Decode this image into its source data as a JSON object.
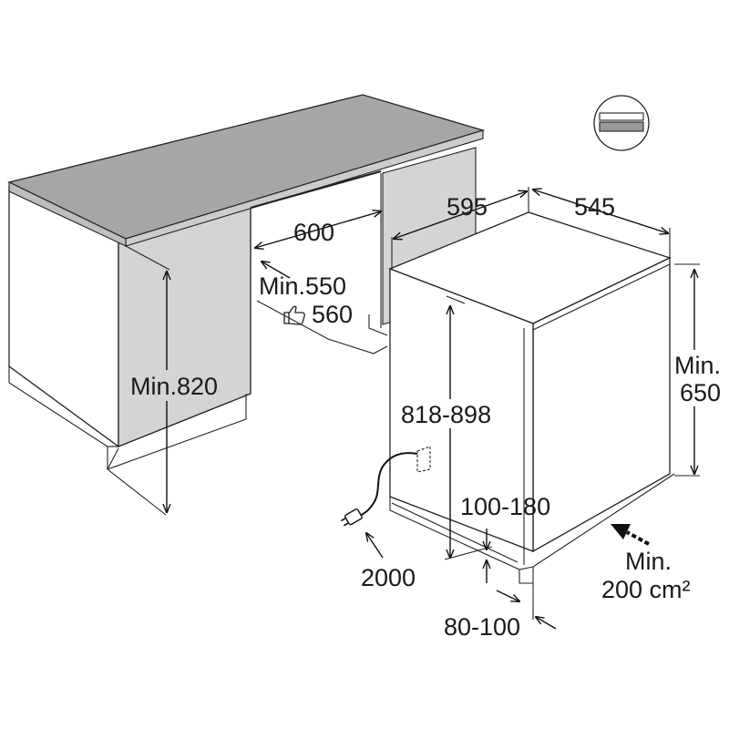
{
  "labels": {
    "cabinet_width": "600",
    "min_depth": "Min.550",
    "rec_depth": "560",
    "cabinet_height": "Min.820",
    "appliance_width": "595",
    "appliance_depth": "545",
    "height_range": "818-898",
    "min_word": "Min.",
    "min_650": "650",
    "plinth_height": "100-180",
    "cable_length": "2000",
    "plinth_depth": "80-100",
    "vent_min": "Min.",
    "vent_area": "200 cm²"
  },
  "icons": {
    "recommended": "thumbs-up-icon",
    "install_type": "built-under-icon",
    "power": "plug-icon",
    "airflow": "airflow-arrow-icon"
  },
  "colors": {
    "worktop_top": "#a6a6a6",
    "worktop_edge": "#cccccc",
    "cabinet_side": "#d4d4d4",
    "line": "#222222"
  }
}
